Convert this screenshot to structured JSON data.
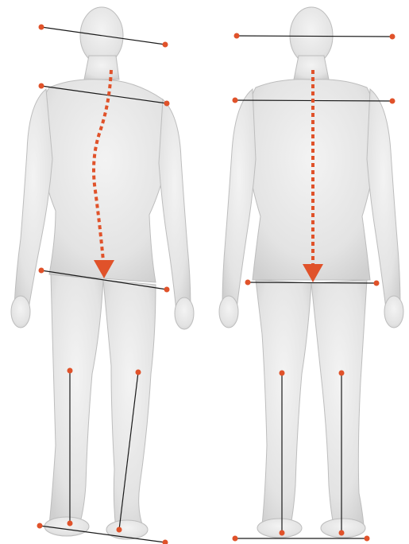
{
  "figures": [
    {
      "id": "figure-left",
      "posture": "misaligned"
    },
    {
      "id": "figure-right",
      "posture": "aligned"
    }
  ],
  "colors": {
    "background": "#ffffff",
    "body_fill": "#e8e8e8",
    "body_shadow": "#cfcfcf",
    "body_outline": "#bdbdbd",
    "reference_line": "#1a1a1a",
    "marker": "#e0522a",
    "spine_arrow": "#e0522a"
  },
  "icons": {
    "marker": "dot-marker-icon",
    "spine_arrow": "arrow-down-icon"
  }
}
